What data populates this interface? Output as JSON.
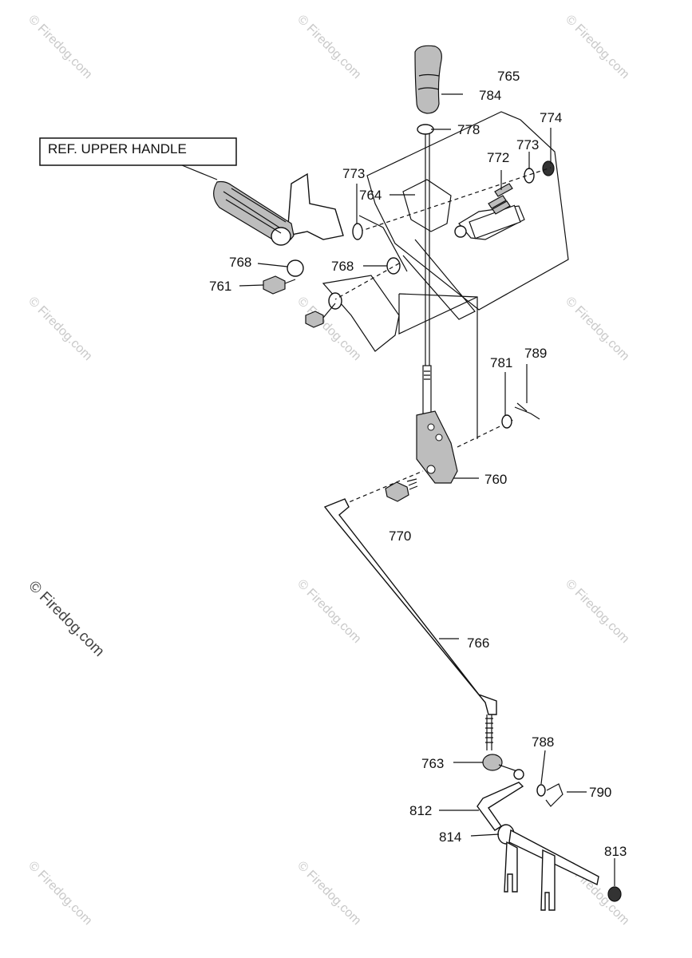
{
  "reference_box": "REF. UPPER HANDLE",
  "labels": {
    "p765": "765",
    "p784": "784",
    "p778": "778",
    "p774": "774",
    "p773a": "773",
    "p773b": "773",
    "p772": "772",
    "p764": "764",
    "p768a": "768",
    "p768b": "768",
    "p761": "761",
    "p781": "781",
    "p789": "789",
    "p760": "760",
    "p770": "770",
    "p766": "766",
    "p763": "763",
    "p788": "788",
    "p790": "790",
    "p812": "812",
    "p814": "814",
    "p813": "813"
  },
  "watermark": {
    "text": "© Firedog.com",
    "text_large": "© Firedog.com"
  }
}
